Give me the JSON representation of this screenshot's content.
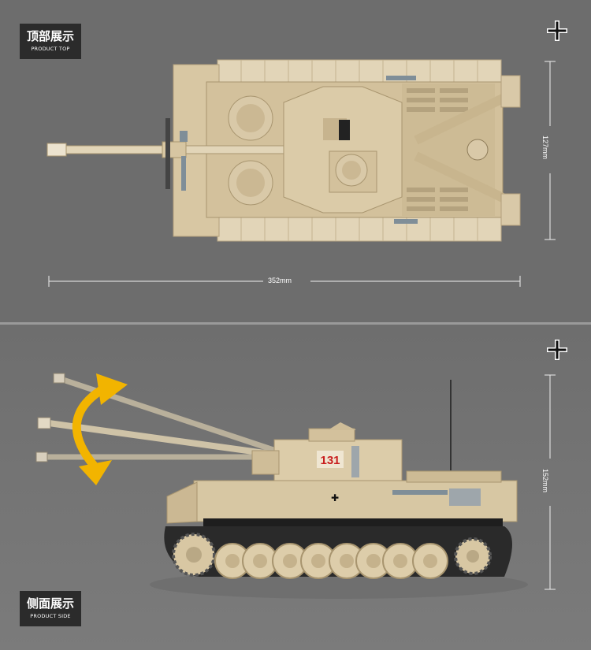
{
  "top_section": {
    "title_cn": "顶部展示",
    "title_en": "PRODUCT TOP",
    "length_label": "352mm",
    "width_label": "127mm",
    "emblem_icon": "balkenkreuz-icon"
  },
  "side_section": {
    "title_cn": "侧面展示",
    "title_en": "PRODUCT SIDE",
    "height_label": "152mm",
    "turret_number": "131",
    "emblem_icon": "balkenkreuz-icon",
    "rotation_arrow_color": "#f2b400"
  },
  "colors": {
    "tank_tan": "#d9c9a8",
    "tank_shadow": "#b9a885",
    "track_dark": "#2a2a2a",
    "badge_bg": "#2b2b2b",
    "number_red": "#c81e1e"
  }
}
